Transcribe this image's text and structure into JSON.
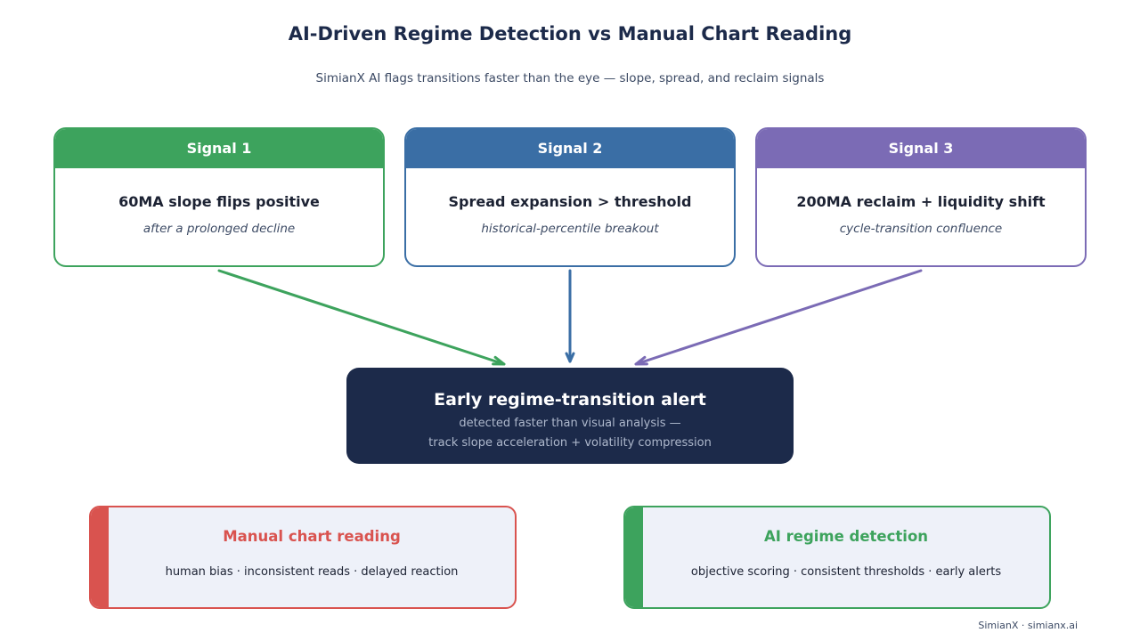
{
  "header": {
    "title": "AI-Driven Regime Detection vs Manual Chart Reading",
    "subtitle": "SimianX AI flags transitions faster than the eye — slope, spread, and reclaim signals"
  },
  "signals": [
    {
      "label": "Signal 1",
      "main": "60MA slope flips positive",
      "sub": "after a prolonged decline",
      "color": "#3da35d"
    },
    {
      "label": "Signal 2",
      "main": "Spread expansion > threshold",
      "sub": "historical-percentile breakout",
      "color": "#3a6ea5"
    },
    {
      "label": "Signal 3",
      "main": "200MA reclaim + liquidity shift",
      "sub": "cycle-transition confluence",
      "color": "#7b6bb5"
    }
  ],
  "alert": {
    "title": "Early regime-transition alert",
    "line1": "detected faster than visual analysis —",
    "line2": "track slope acceleration + volatility compression",
    "color": "#1c2a4a"
  },
  "comparison": {
    "manual": {
      "title": "Manual chart reading",
      "text": "human bias  ·  inconsistent reads  ·  delayed reaction",
      "color": "#d9534f"
    },
    "ai": {
      "title": "AI regime detection",
      "text": "objective scoring  ·  consistent thresholds  ·  early alerts",
      "color": "#3da35d"
    }
  },
  "footer": {
    "credit": "SimianX · simianx.ai"
  }
}
